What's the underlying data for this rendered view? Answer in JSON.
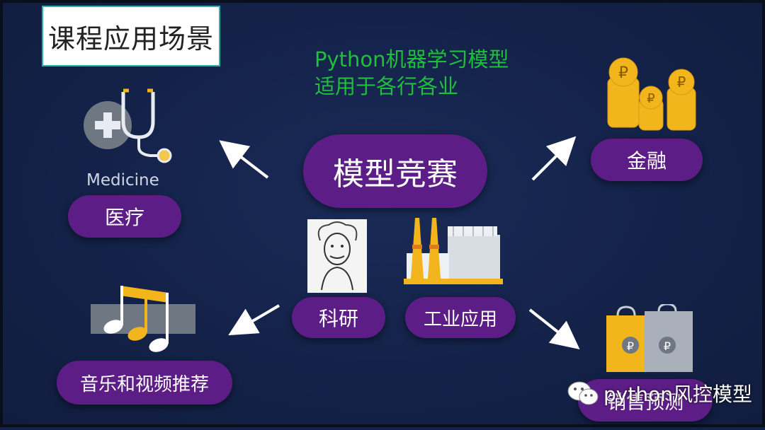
{
  "title": "课程应用场景",
  "subtitle": {
    "line1": "Python机器学习模型",
    "line2": "适用于各行各业"
  },
  "center": "模型竞赛",
  "nodes": {
    "medicine_en": "Medicine",
    "medicine": "医疗",
    "finance": "金融",
    "research": "科研",
    "industry": "工业应用",
    "music": "音乐和视频推荐",
    "sales": "销售预测"
  },
  "icons": [
    "medical-stethoscope-icon",
    "ruble-coins-icon",
    "einstein-portrait-icon",
    "factory-icon",
    "music-notes-icon",
    "shopping-bags-icon",
    "wechat-icon"
  ],
  "watermark": "python风控模型",
  "colors": {
    "background": "#15234a",
    "pill": "#5c1d86",
    "subtitle": "#1fbf3c",
    "accent_gold": "#f2b51c"
  }
}
